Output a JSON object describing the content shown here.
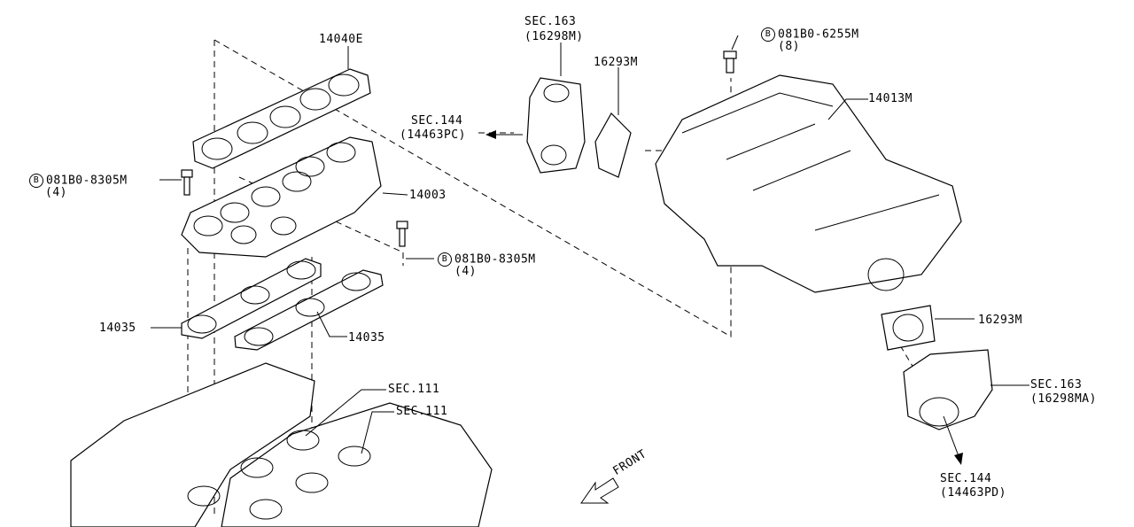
{
  "labels": {
    "p14040e": "14040E",
    "p14003": "14003",
    "p14035_a": "14035",
    "p14035_b": "14035",
    "sec111_a": "SEC.111",
    "sec111_b": "SEC.111",
    "sec163_top_1": "SEC.163",
    "sec163_top_2": "(16298M)",
    "p16293m_top": "16293M",
    "sec144_left_1": "SEC.144",
    "sec144_left_2": "(14463PC)",
    "bolt_top_code": "081B0-6255M",
    "bolt_top_qty": "(8)",
    "p14013m": "14013M",
    "bolt_left_code": "081B0-8305M",
    "bolt_left_qty": "(4)",
    "bolt_mid_code": "081B0-8305M",
    "bolt_mid_qty": "(4)",
    "p16293m_right": "16293M",
    "sec163_right_1": "SEC.163",
    "sec163_right_2": "(16298MA)",
    "sec144_bottom_1": "SEC.144",
    "sec144_bottom_2": "(14463PD)",
    "badge_letter": "B",
    "front": "FRONT"
  }
}
